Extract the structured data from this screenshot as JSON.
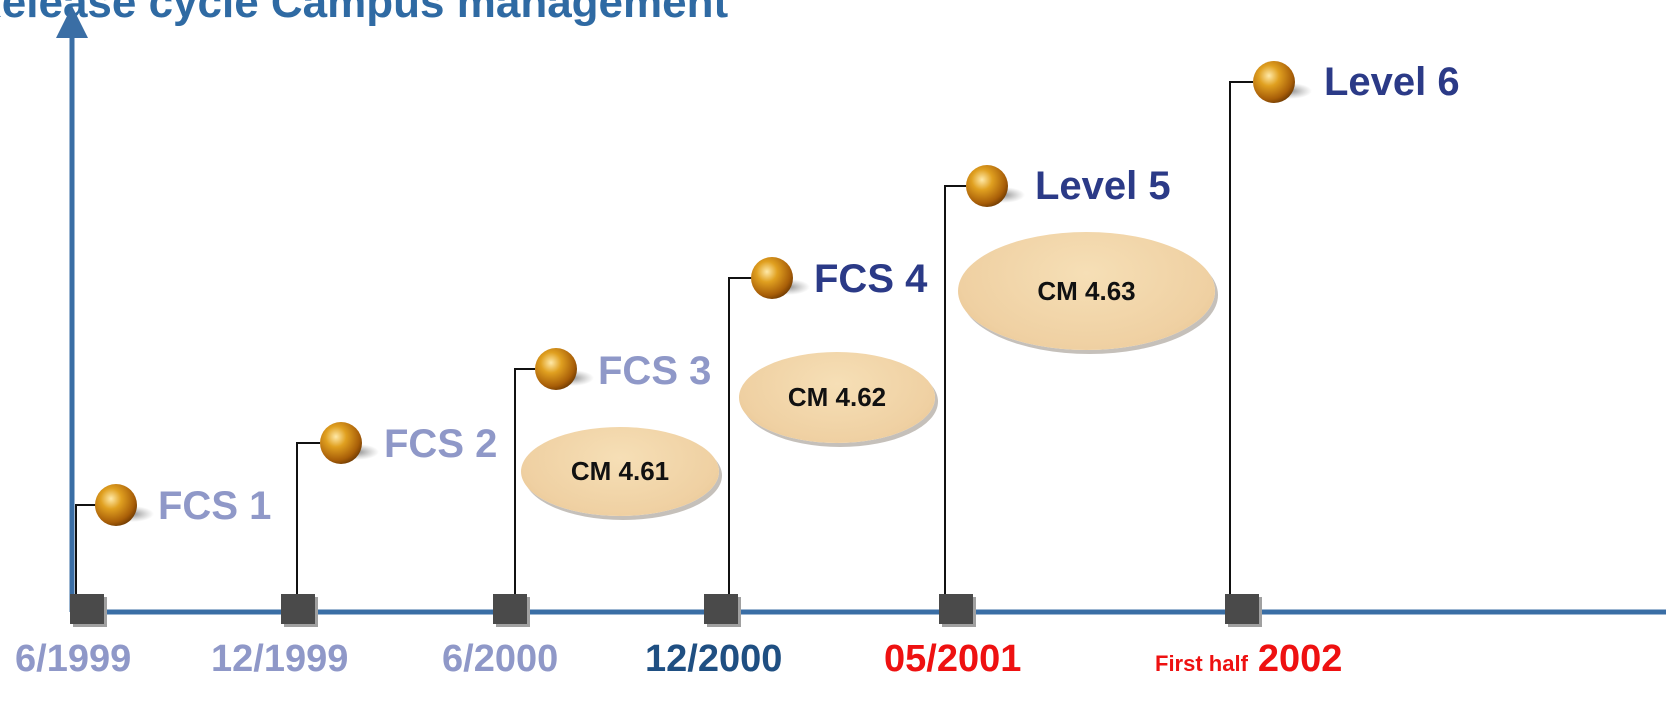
{
  "title": "Release cycle Campus management",
  "milestones": [
    {
      "label": "FCS 1",
      "style": "faded"
    },
    {
      "label": "FCS 2",
      "style": "faded"
    },
    {
      "label": "FCS 3",
      "style": "faded"
    },
    {
      "label": "FCS 4",
      "style": "strong"
    },
    {
      "label": "Level 5",
      "style": "strong"
    },
    {
      "label": "Level 6",
      "style": "strong"
    }
  ],
  "dates": [
    {
      "text": "6/1999",
      "color": "#8f98c8"
    },
    {
      "text": "12/1999",
      "color": "#8f98c8"
    },
    {
      "text": "6/2000",
      "color": "#8f98c8"
    },
    {
      "text": "12/2000",
      "color": "#1f4f82"
    },
    {
      "text": "05/2001",
      "color": "#ee1111"
    },
    {
      "prefix": "First half",
      "text": "2002",
      "color": "#ee1111"
    }
  ],
  "cm_versions": [
    "CM 4.61",
    "CM 4.62",
    "CM 4.63"
  ],
  "colors": {
    "axis": "#3a6ea5",
    "faded_text": "#8f98c8",
    "strong_text": "#2b3a87",
    "highlight_red": "#ee1111",
    "ellipse_fill": "#efd0a2",
    "marker": "#4a4a4a"
  }
}
